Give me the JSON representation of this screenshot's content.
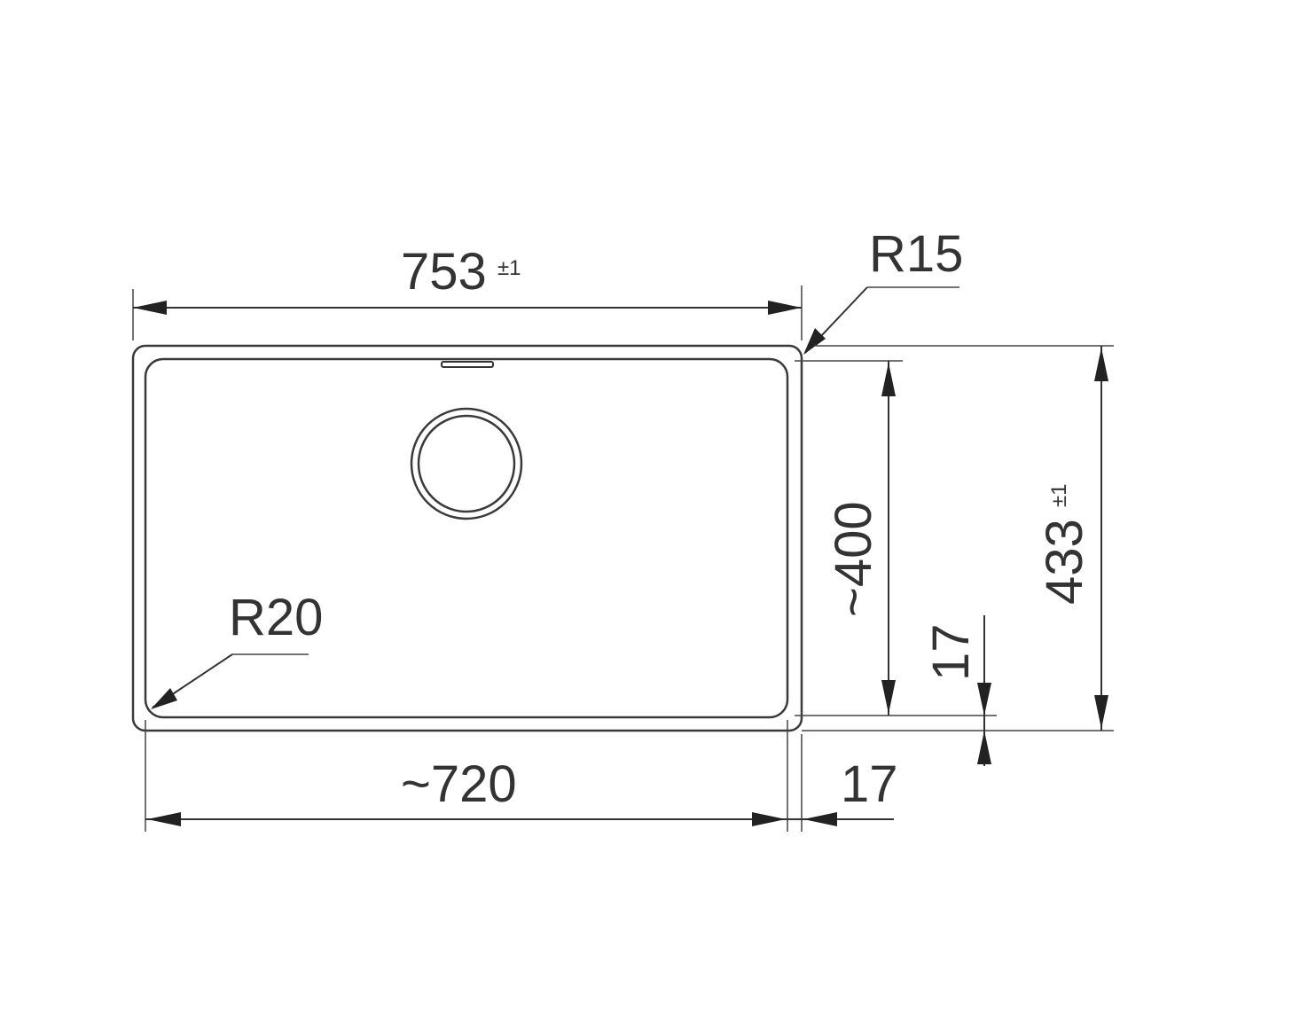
{
  "drawing": {
    "subject": "sink-plan-view",
    "colors": {
      "line": "#333333",
      "background": "#ffffff"
    }
  },
  "dimensions": {
    "overall_width": {
      "value": "753",
      "tolerance": "±1"
    },
    "overall_depth": {
      "value": "433",
      "tolerance": "±1"
    },
    "bowl_width": {
      "value": "~720"
    },
    "bowl_depth": {
      "value": "~400"
    },
    "side_margin": {
      "value": "17"
    },
    "bottom_margin": {
      "value": "17"
    },
    "outer_radius": {
      "value": "R15"
    },
    "inner_radius": {
      "value": "R20"
    }
  }
}
